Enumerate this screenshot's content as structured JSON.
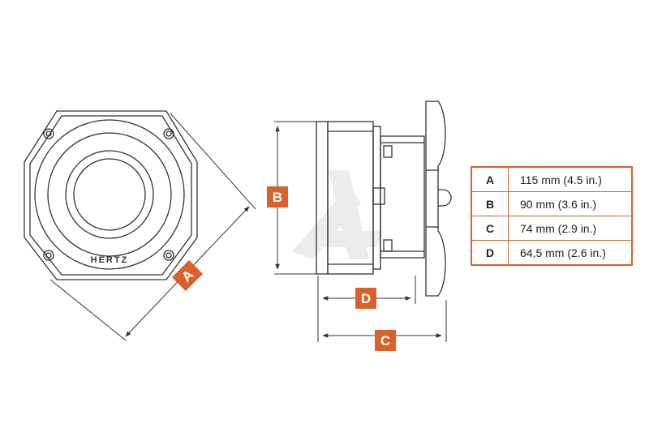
{
  "diagram": {
    "brand_label": "HERTZ",
    "accent_color": "#d9622b",
    "line_color": "#333333",
    "callouts": [
      {
        "id": "A",
        "label": "A"
      },
      {
        "id": "B",
        "label": "B"
      },
      {
        "id": "C",
        "label": "C"
      },
      {
        "id": "D",
        "label": "D"
      }
    ]
  },
  "spec_table": {
    "rows": [
      {
        "key": "A",
        "value": "115 mm (4.5 in.)"
      },
      {
        "key": "B",
        "value": "90 mm (3.6 in.)"
      },
      {
        "key": "C",
        "value": "74 mm (2.9 in.)"
      },
      {
        "key": "D",
        "value": "64,5 mm (2.6 in.)"
      }
    ]
  }
}
